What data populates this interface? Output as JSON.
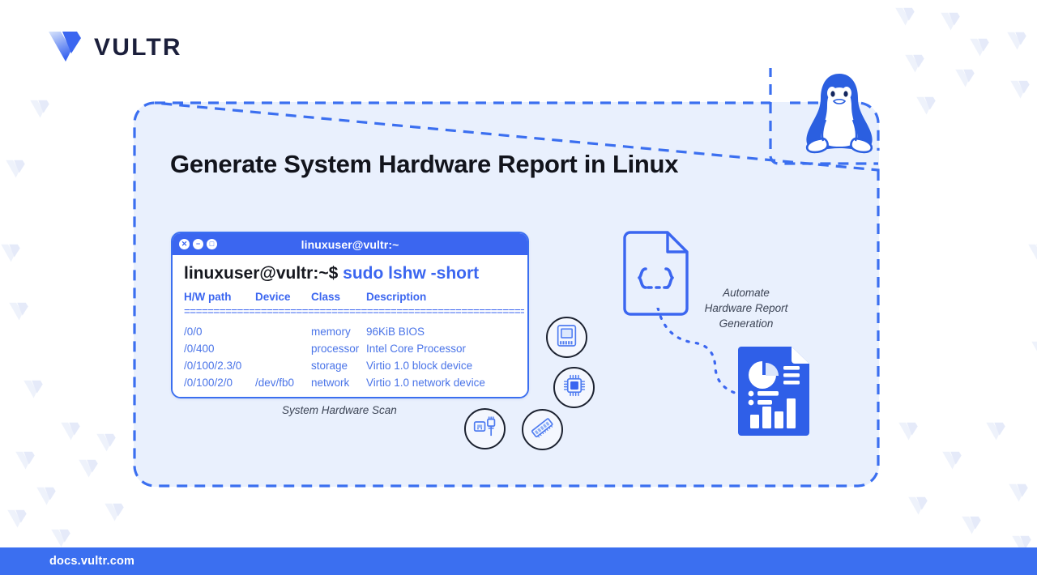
{
  "brand": {
    "logo_icon": "vultr-v-logo-icon",
    "wordmark": "VULTR",
    "accent": "#3b66f0",
    "dark": "#1b1f3b"
  },
  "card": {
    "title": "Generate System Hardware Report in Linux",
    "background": "#e9f0fd",
    "border_color": "#3b6ff0",
    "border_style": "dashed"
  },
  "penguin": {
    "icon": "linux-tux-penguin-icon",
    "color": "#2b5fe0"
  },
  "terminal": {
    "title": "linuxuser@vultr:~",
    "window_buttons": [
      {
        "name": "close",
        "glyph": "✕"
      },
      {
        "name": "minimize",
        "glyph": "−"
      },
      {
        "name": "maximize",
        "glyph": "□"
      }
    ],
    "prompt": "linuxuser@vultr:~$",
    "command": "sudo lshw -short",
    "headers": {
      "path": "H/W path",
      "device": "Device",
      "class": "Class",
      "description": "Description"
    },
    "separator": "============================================================",
    "rows": [
      {
        "path": "/0/0",
        "device": "",
        "class": "memory",
        "description": "96KiB BIOS"
      },
      {
        "path": "/0/400",
        "device": "",
        "class": "processor",
        "description": "Intel Core Processor"
      },
      {
        "path": "/0/100/2.3/0",
        "device": "",
        "class": "storage",
        "description": "Virtio 1.0 block device"
      },
      {
        "path": "/0/100/2/0",
        "device": "/dev/fb0",
        "class": "network",
        "description": "Virtio 1.0 network device"
      }
    ],
    "caption": "System Hardware Scan"
  },
  "hardware_badges": [
    {
      "id": "storage",
      "icon": "storage-drive-icon"
    },
    {
      "id": "cpu",
      "icon": "cpu-chip-icon"
    },
    {
      "id": "network",
      "icon": "network-port-icon"
    },
    {
      "id": "ram",
      "icon": "ram-module-icon"
    }
  ],
  "automation": {
    "json_doc_icon": "json-document-icon",
    "label_lines": [
      "Automate",
      "Hardware Report",
      "Generation"
    ],
    "connector_icon": "dotted-curve-connector-icon",
    "report_doc_icon": "report-chart-document-icon"
  },
  "footer": {
    "url": "docs.vultr.com",
    "background": "#3b6ff0"
  }
}
